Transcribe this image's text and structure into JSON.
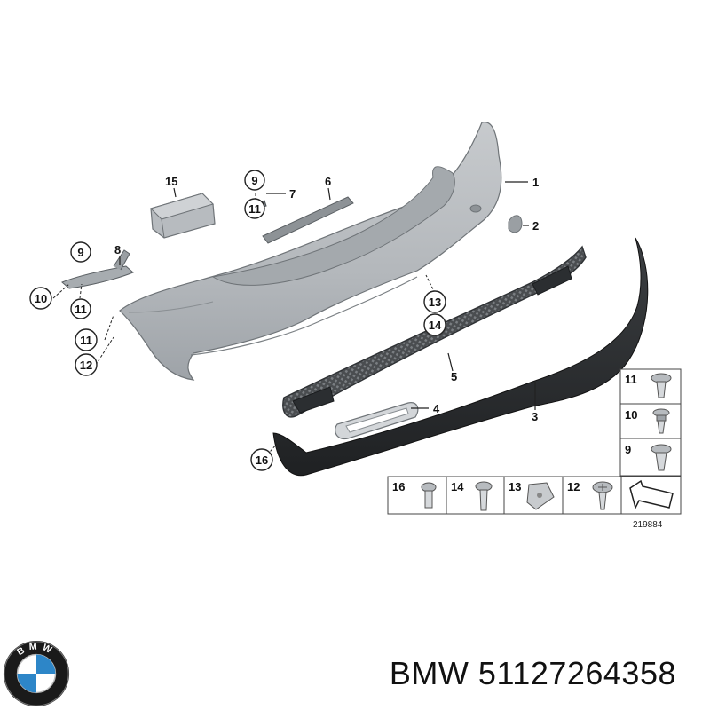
{
  "diagram": {
    "callouts": {
      "c1": "1",
      "c2": "2",
      "c3": "3",
      "c4": "4",
      "c5": "5",
      "c6": "6",
      "c7": "7",
      "c8": "8",
      "c9a": "9",
      "c9b": "9",
      "c10": "10",
      "c11a": "11",
      "c11b": "11",
      "c11c": "11",
      "c12": "12",
      "c13": "13",
      "c14": "14",
      "c15": "15",
      "c16": "16"
    },
    "legend": {
      "r11": "11",
      "r10": "10",
      "r9": "9",
      "b16": "16",
      "b14": "14",
      "b13": "13",
      "b12": "12"
    },
    "figure_number": "219884"
  },
  "brand": {
    "logo_letters": "BMW",
    "name": "BMW",
    "part_number": "51127264358"
  }
}
